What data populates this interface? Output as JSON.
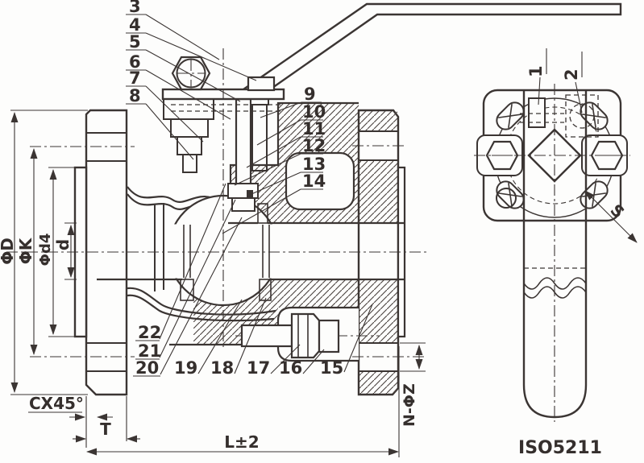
{
  "drawing": {
    "view_title": "ISO5211",
    "callouts": {
      "c1": "1",
      "c2": "2",
      "c3": "3",
      "c4": "4",
      "c5": "5",
      "c6": "6",
      "c7": "7",
      "c8": "8",
      "c9": "9",
      "c10": "10",
      "c11": "11",
      "c12": "12",
      "c13": "13",
      "c14": "14",
      "c15": "15",
      "c16": "16",
      "c17": "17",
      "c18": "18",
      "c19": "19",
      "c20": "20",
      "c21": "21",
      "c22": "22"
    },
    "dimensions": {
      "outer_diameter": "ΦD",
      "bolt_circle": "ΦK",
      "raised_face": "Φd4",
      "bore": "d",
      "chamfer": "CX45°",
      "flange_thickness": "T",
      "face_to_face": "L±2",
      "bolt_holes": "N-ΦZ",
      "stem_square": "S"
    },
    "colors": {
      "line": "#3b3533",
      "background": "#fdfdfc"
    }
  }
}
